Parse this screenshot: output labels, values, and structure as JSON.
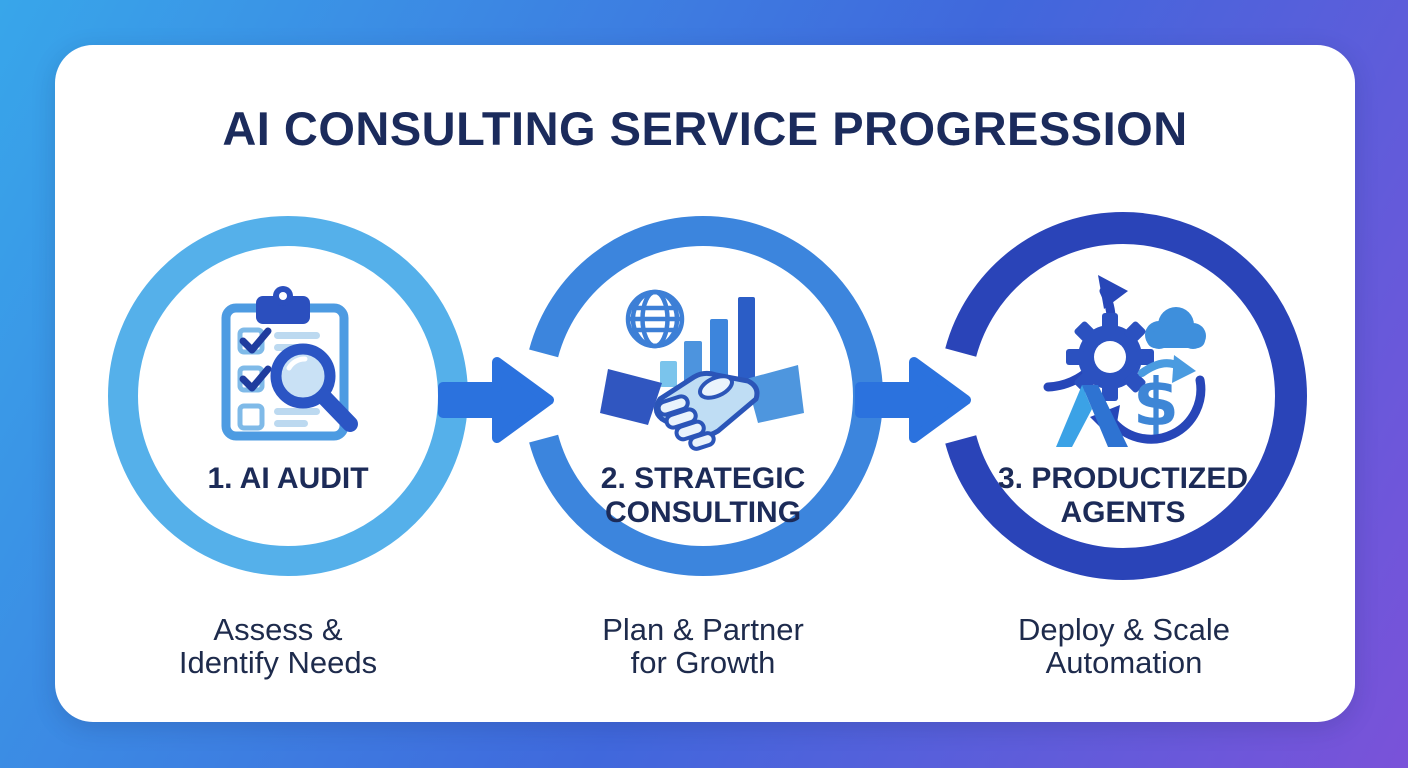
{
  "title": "AI CONSULTING SERVICE PROGRESSION",
  "steps": [
    {
      "number": "1",
      "label_line1": "1. AI AUDIT",
      "label_line2": "",
      "subtitle_line1": "Assess &",
      "subtitle_line2": "Identify Needs",
      "icon": "clipboard-checklist-magnifier-icon",
      "ring_color": "#55B0EA"
    },
    {
      "number": "2",
      "label_line1": "2. STRATEGIC",
      "label_line2": "CONSULTING",
      "subtitle_line1": "Plan & Partner",
      "subtitle_line2": "for Growth",
      "icon": "globe-barchart-handshake-icon",
      "ring_color": "#3C85DD"
    },
    {
      "number": "3",
      "label_line1": "3. PRODUCTIZED",
      "label_line2": "AGENTS",
      "subtitle_line1": "Deploy & Scale",
      "subtitle_line2": "Automation",
      "icon": "gear-cloud-dollar-sync-icon",
      "ring_color": "#2A44B8"
    }
  ],
  "colors": {
    "background_gradient_start": "#38A6EA",
    "background_gradient_mid": "#4068DC",
    "background_gradient_end": "#7A52D9",
    "card_background": "#FFFFFF",
    "title_text": "#1B2B5C",
    "label_text": "#1C2B58",
    "subtitle_text": "#1E2B4C",
    "arrow": "#2B72DE"
  }
}
